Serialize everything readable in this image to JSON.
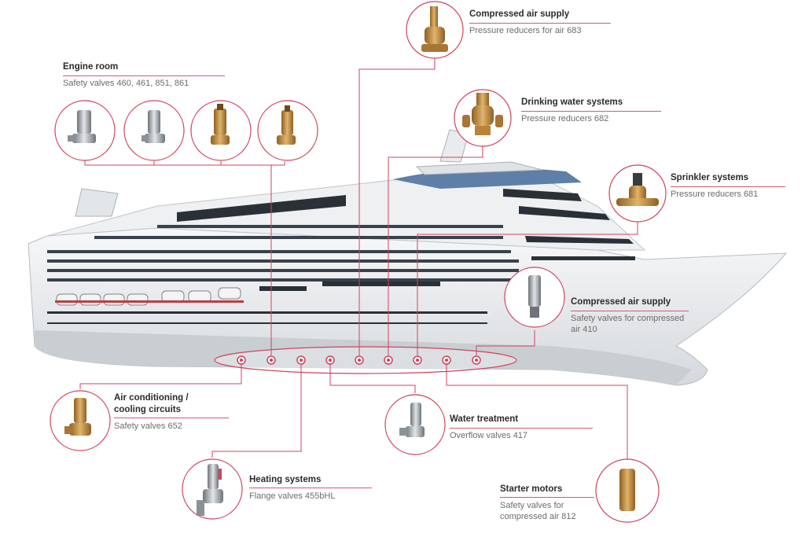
{
  "colors": {
    "accent": "#d1435b",
    "hull": "#e9ecef",
    "window": "#222a33",
    "brass": "#b7843a",
    "steel": "#9aa0a6"
  },
  "callouts": {
    "engine_room": {
      "title": "Engine room",
      "subtitle": "Safety valves 460, 461, 851, 861"
    },
    "compressed_air_top": {
      "title": "Compressed air supply",
      "subtitle": "Pressure reducers for air 683"
    },
    "drinking_water": {
      "title": "Drinking water systems",
      "subtitle": "Pressure reducers 682"
    },
    "sprinkler": {
      "title": "Sprinkler systems",
      "subtitle": "Pressure reducers 681"
    },
    "compressed_air_right": {
      "title": "Compressed air supply",
      "subtitle_1": "Safety valves for compressed",
      "subtitle_2": "air 410"
    },
    "air_conditioning": {
      "title_1": "Air conditioning /",
      "title_2": "cooling circuits",
      "subtitle": "Safety valves 652"
    },
    "water_treatment": {
      "title": "Water treatment",
      "subtitle": "Overflow valves 417"
    },
    "heating": {
      "title": "Heating systems",
      "subtitle": "Flange valves 455bHL"
    },
    "starter_motors": {
      "title": "Starter motors",
      "subtitle_1": "Safety valves for",
      "subtitle_2": "compressed air 812"
    }
  },
  "icons": {
    "engine_valve_1": "steel-safety-valve-icon",
    "engine_valve_2": "steel-safety-valve-icon",
    "engine_valve_3": "brass-safety-valve-icon",
    "engine_valve_4": "brass-safety-valve-icon",
    "air_reducer": "brass-pressure-reducer-icon",
    "water_reducer": "brass-pressure-reducer-icon",
    "sprinkler_reducer": "brass-pressure-reducer-icon",
    "compressed_valve": "steel-safety-valve-icon",
    "ac_valve": "brass-safety-valve-icon",
    "overflow_valve": "steel-overflow-valve-icon",
    "flange_valve": "steel-flange-valve-icon",
    "starter_valve": "brass-cylinder-valve-icon"
  }
}
